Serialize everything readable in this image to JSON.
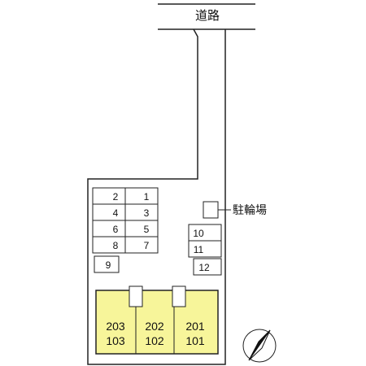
{
  "road": {
    "label": "道路"
  },
  "bicycle_parking": {
    "label": "駐輪場"
  },
  "parking_spaces": [
    "1",
    "2",
    "3",
    "4",
    "5",
    "6",
    "7",
    "8",
    "9",
    "10",
    "11",
    "12"
  ],
  "building_units": [
    {
      "upper": "203",
      "lower": "103"
    },
    {
      "upper": "202",
      "lower": "102"
    },
    {
      "upper": "201",
      "lower": "101"
    }
  ],
  "colors": {
    "building_fill": "#f7f59a",
    "line": "#222222"
  },
  "icons": {
    "north": "north-arrow-icon"
  }
}
